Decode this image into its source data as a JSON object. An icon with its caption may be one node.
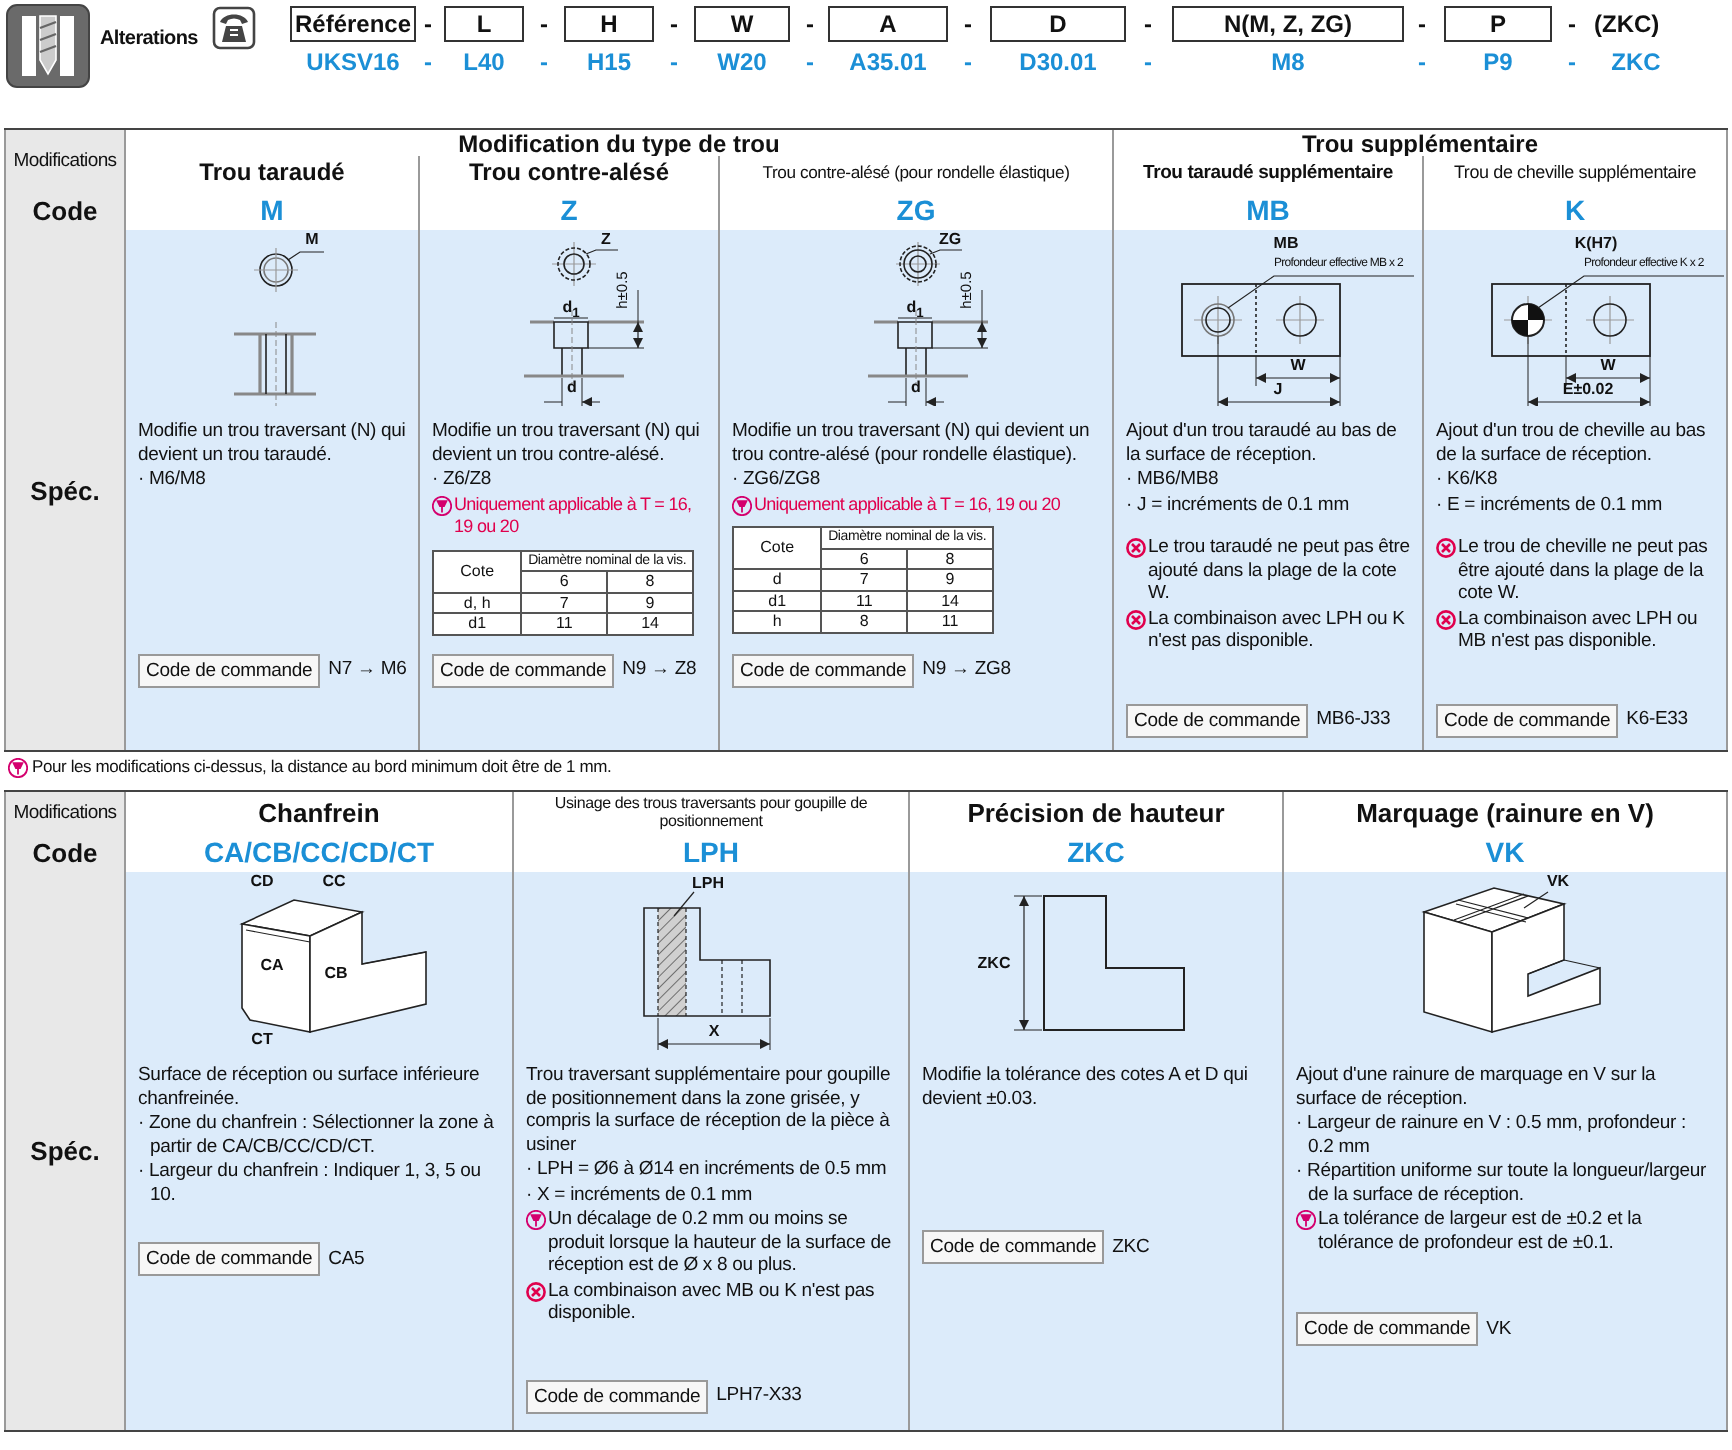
{
  "diagram": {
    "nodes": [
      {
        "text": [
          "Référence"
        ]
      },
      {
        "text": [
          "L"
        ]
      },
      {
        "text": [
          "H"
        ]
      },
      {
        "text": [
          "W"
        ]
      },
      {
        "text": [
          "A"
        ]
      },
      {
        "text": [
          "D"
        ]
      },
      {
        "text": [
          "N(M, Z, ZG)"
        ]
      },
      {
        "text": [
          "P"
        ]
      },
      {
        "text": [
          "Modifications"
        ]
      },
      {
        "text": [
          "Modification du type de trou"
        ]
      },
      {
        "text": [
          "Trou supplémentaire"
        ]
      },
      {
        "text": [
          "Trou taraudé"
        ]
      },
      {
        "text": [
          "Trou contre-alésé"
        ]
      },
      {
        "text": [
          "Trou contre-alésé (pour rondelle élastique)"
        ]
      },
      {
        "text": [
          "Trou taraudé supplémentaire"
        ]
      },
      {
        "text": [
          "Trou de cheville supplémentaire"
        ]
      },
      {
        "text": [
          "Code"
        ]
      },
      {
        "text": [
          "M"
        ]
      },
      {
        "text": [
          "Z"
        ]
      },
      {
        "text": [
          "ZG"
        ]
      },
      {
        "text": [
          "MB"
        ]
      },
      {
        "text": [
          "K"
        ]
      },
      {
        "text": [
          "Spéc."
        ]
      },
      {
        "text": [
          "M"
        ]
      },
      {
        "text": [
          "Z",
          "d$_{1}$",
          "h±0.5",
          "d"
        ]
      },
      {
        "text": [
          "ZG",
          "d$_{1}$",
          "h±0.5",
          "d"
        ]
      },
      {
        "text": [
          "MB",
          "Profondeur effective MB x 2",
          "W",
          "J"
        ]
      },
      {
        "text": [
          "K(H7)",
          "Profondeur effective K x 2",
          "W",
          "E±0.02"
        ]
      },
      {
        "text": [
          "Modifie un trou traversant (N) qui devient un trou taraudé.",
          "· M6/M8"
        ]
      },
      {
        "text": [
          "Code de commande"
        ],
        "in": 28,
        "beside": [
          "N7 → M6"
        ]
      },
      {
        "text": [
          "Modifie un trou traversant (N) qui devient un trou contre-alésé.",
          "· Z6/Z8",
          "Uniquement applicable à T = 16, 19 ou 20"
        ]
      },
      {
        "text": [
          "Cote",
          "Diamètre nominal de la vis.",
          "6",
          "8",
          "d, h",
          "7",
          "9",
          "d1",
          "11",
          "14"
        ],
        "in": 30
      },
      {
        "text": [
          "Code de commande"
        ],
        "in": 30,
        "beside": [
          "N9 → Z8"
        ]
      },
      {
        "text": [
          "Modifie un trou traversant (N) qui devient un trou contre-alésé (pour rondelle élastique).",
          "· ZG6/ZG8",
          "Uniquement applicable à T = 16, 19 ou 20"
        ]
      },
      {
        "text": [
          "Cote",
          "Diamètre nominal de la vis.",
          "6",
          "8",
          "d",
          "7",
          "9",
          "d1",
          "11",
          "14",
          "h",
          "8",
          "11"
        ],
        "in": 33
      },
      {
        "text": [
          "Code de commande"
        ],
        "in": 33,
        "beside": [
          "N9 → ZG8"
        ]
      },
      {
        "text": [
          "Ajout d'un trou taraudé au bas de la surface de réception.",
          "· MB6/MB8",
          "· J = incréments de 0.1 mm",
          "Le trou taraudé ne peut pas être ajouté dans la plage de la cote W.",
          "La combinaison avec LPH ou K n'est pas disponible."
        ]
      },
      {
        "text": [
          "Code de commande"
        ],
        "in": 36,
        "beside": [
          "MB6-J33"
        ]
      },
      {
        "text": [
          "Ajout d'un trou de cheville au bas de la surface de réception.",
          "· K6/K8",
          "· E = incréments de 0.1 mm",
          "Le trou de cheville ne peut pas être ajouté dans la plage de la cote W.",
          "La combinaison avec LPH ou MB n'est pas disponible."
        ]
      },
      {
        "text": [
          "Code de commande"
        ],
        "in": 38,
        "beside": [
          "K6-E33"
        ]
      },
      {
        "text": [
          "Modifications"
        ]
      },
      {
        "text": [
          "Chanfrein"
        ]
      },
      {
        "text": [
          "Usinage des trous traversants pour goupille de positionnement"
        ]
      },
      {
        "text": [
          "Précision de hauteur"
        ]
      },
      {
        "text": [
          "Marquage (rainure en V)"
        ]
      },
      {
        "text": [
          "Code"
        ]
      },
      {
        "text": [
          "CA/CB/CC/CD/CT"
        ]
      },
      {
        "text": [
          "LPH"
        ]
      },
      {
        "text": [
          "ZKC"
        ]
      },
      {
        "text": [
          "VK"
        ]
      },
      {
        "text": [
          "Spéc."
        ]
      },
      {
        "text": [
          "CD",
          "CC",
          "CA",
          "CB",
          "CT"
        ]
      },
      {
        "text": [
          "LPH",
          "X"
        ]
      },
      {
        "text": [
          "ZKC"
        ]
      },
      {
        "text": [
          "VK"
        ]
      },
      {
        "text": [
          "Surface de réception ou surface inférieure chanfreinée.",
          "· Zone du chanfrein : Sélectionner la zone à partir de CA/CB/CC/CD/CT.",
          "· Largeur du chanfrein : Indiquer 1, 3, 5 ou 10."
        ]
      },
      {
        "text": [
          "Code de commande"
        ],
        "in": 55,
        "beside": [
          "CA5"
        ]
      },
      {
        "text": [
          "Trou traversant supplémentaire pour goupille de positionnement dans la zone grisée, y compris la surface de réception de la pièce à usiner",
          "· LPH = Ø6 à Ø14 en incréments de 0.5 mm",
          "· X = incréments de 0.1 mm",
          "Un décalage de 0.2 mm ou moins se produit lorsque la hauteur de la surface de réception est de Ø x 8 ou plus.",
          "La combinaison avec MB ou K n'est pas disponible."
        ]
      },
      {
        "text": [
          "Code de commande"
        ],
        "in": 57,
        "beside": [
          "LPH7-X33"
        ]
      },
      {
        "text": [
          "Modifie la tolérance des cotes A et D qui devient ±0.03."
        ]
      },
      {
        "text": [
          "Code de commande"
        ],
        "in": 59,
        "beside": [
          "ZKC"
        ]
      },
      {
        "text": [
          "Ajout d'une rainure de marquage en V sur la surface de réception.",
          "· Largeur de rainure en V : 0.5 mm, profondeur : 0.2 mm",
          "· Répartition uniforme sur toute la longueur/largeur de la surface de réception.",
          "La tolérance de largeur est de ±0.2 et la tolérance de profondeur est de ±0.1."
        ]
      },
      {
        "text": [
          "Code de commande"
        ],
        "in": 61,
        "beside": [
          "VK"
        ]
      }
    ],
    "labels": [
      "Alterations",
      "-",
      "-",
      "-",
      "-",
      "-",
      "-",
      "-",
      "-",
      "(ZKC)",
      "UKSV16",
      "-",
      "L40",
      "-",
      "H15",
      "-",
      "W20",
      "-",
      "A35.01",
      "-",
      "D30.01",
      "-",
      "M8",
      "-",
      "P9",
      "-",
      "ZKC",
      "Pour les modifications ci-dessus, la distance au bord minimum doit être de 1 mm."
    ]
  }
}
